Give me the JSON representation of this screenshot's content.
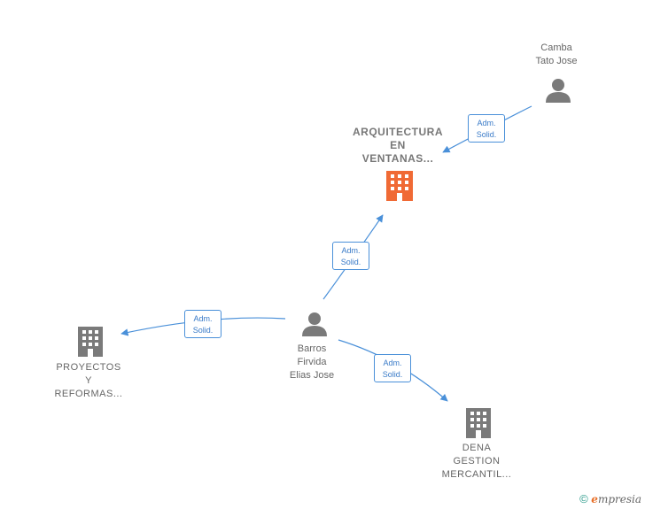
{
  "nodes": {
    "main_company": {
      "label": "ARQUITECTURA\nEN\nVENTANAS...",
      "color": "#f06a35"
    },
    "person_camba": {
      "label": "Camba\nTato Jose"
    },
    "person_barros": {
      "label": "Barros\nFirvida\nElias Jose"
    },
    "company_proyectos": {
      "label": "PROYECTOS\nY\nREFORMAS..."
    },
    "company_dena": {
      "label": "DENA\nGESTION\nMERCANTIL..."
    }
  },
  "edges": {
    "camba_to_main": {
      "label": "Adm.\nSolid."
    },
    "barros_to_main": {
      "label": "Adm.\nSolid."
    },
    "barros_to_proyectos": {
      "label": "Adm.\nSolid."
    },
    "barros_to_dena": {
      "label": "Adm.\nSolid."
    }
  },
  "colors": {
    "edge": "#4a90d9",
    "icon_grey": "#7a7a7a",
    "accent": "#f06a35"
  },
  "footer": {
    "copyright": "©",
    "brand_initial": "e",
    "brand_rest": "mpresia"
  }
}
